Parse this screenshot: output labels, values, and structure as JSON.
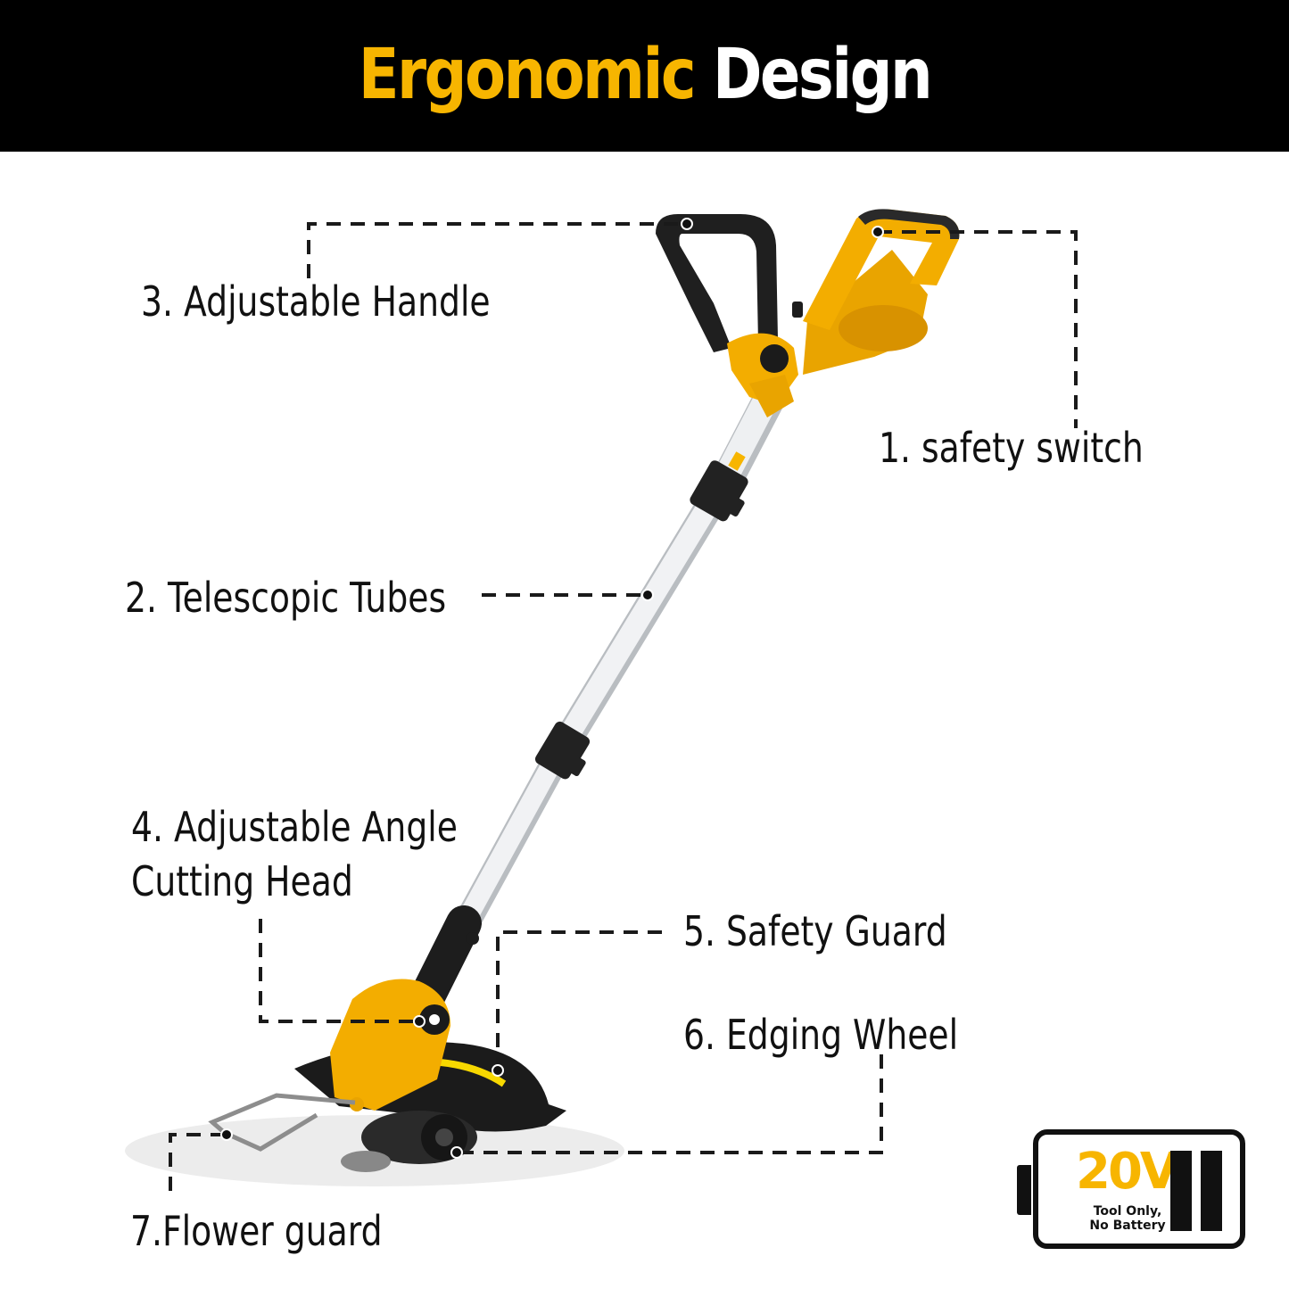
{
  "banner": {
    "title_part1": "Ergonomic",
    "title_part2": "Design"
  },
  "labels": {
    "adjustable_handle": "3. Adjustable Handle",
    "safety_switch": "1. safety switch",
    "telescopic_tubes": "2. Telescopic Tubes",
    "adjustable_angle_line1": "4. Adjustable Angle",
    "adjustable_angle_line2": "Cutting Head",
    "safety_guard": "5. Safety Guard",
    "edging_wheel": "6. Edging Wheel",
    "flower_guard": "7.Flower guard"
  },
  "battery": {
    "voltage": "20V",
    "note": "Tool Only, No Battery"
  },
  "colors": {
    "brand_yellow": "#f7b500",
    "banner_bg": "#000000",
    "text": "#111111"
  }
}
